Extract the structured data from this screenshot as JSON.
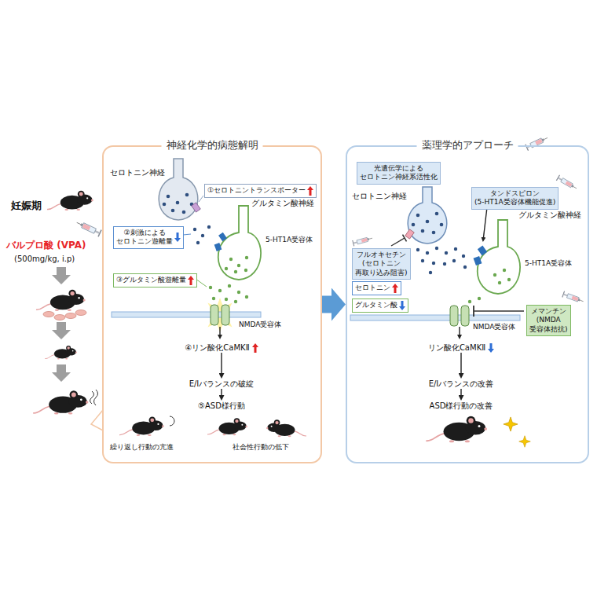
{
  "diagram": {
    "nodes": [
      {
        "text": [
          "神経化学的病態解明"
        ]
      },
      {
        "text": [
          "①セロトニントランスポーター"
        ],
        "in": 0
      },
      {
        "text": [
          "②刺激による セロトニン遊離量"
        ],
        "in": 0
      },
      {
        "text": [
          "③グルタミン酸遊離量"
        ],
        "in": 0
      },
      {
        "text": [
          "④リン酸化CaMKⅡ"
        ],
        "in": 0
      },
      {
        "text": [
          "E/Iバランスの破綻"
        ],
        "in": 0
      },
      {
        "text": [
          "⑤ASD様行動"
        ],
        "in": 0
      },
      {
        "text": [
          "薬理学的アプローチ"
        ]
      },
      {
        "text": [
          "光遺伝学による セロトニン神経系活性化"
        ],
        "in": 7
      },
      {
        "text": [
          "タンドスピロン",
          "(5-HT1A受容体機能促進)"
        ],
        "in": 7
      },
      {
        "text": [
          "フルオキセチン",
          "(セロトニン 再取り込み阻害)"
        ],
        "in": 7
      },
      {
        "text": [
          "セロトニン"
        ],
        "in": 7
      },
      {
        "text": [
          "グルタミン酸"
        ],
        "in": 7
      },
      {
        "text": [
          "メマンチン",
          "(NMDA 受容体拮抗)"
        ],
        "in": 7
      },
      {
        "text": [
          "リン酸化CaMKⅡ"
        ],
        "in": 7
      },
      {
        "text": [
          "E/Iバランスの改善"
        ],
        "in": 7
      },
      {
        "text": [
          "ASD様行動の改善"
        ],
        "in": 7
      }
    ],
    "edges": [
      {
        "from": 0,
        "to": 7,
        "arrow": "to"
      },
      {
        "from": 4,
        "to": 5,
        "arrow": "to"
      },
      {
        "from": 5,
        "to": 6,
        "arrow": "to"
      },
      {
        "from": 14,
        "to": 15,
        "arrow": "to"
      },
      {
        "from": 15,
        "to": 16,
        "arrow": "to"
      }
    ],
    "labels": [
      "妊娠期",
      "バルプロ酸 (VPA)",
      "(500mg/kg, i.p)",
      "セロトニン神経",
      "グルタミン酸神経",
      "5-HT1A受容体",
      "NMDA受容体",
      "繰り返し行動の亢進",
      "社会性行動の低下",
      "セロトニン神経",
      "グルタミン酸神経",
      "5-HT1A受容体",
      "NMDA受容体"
    ]
  }
}
